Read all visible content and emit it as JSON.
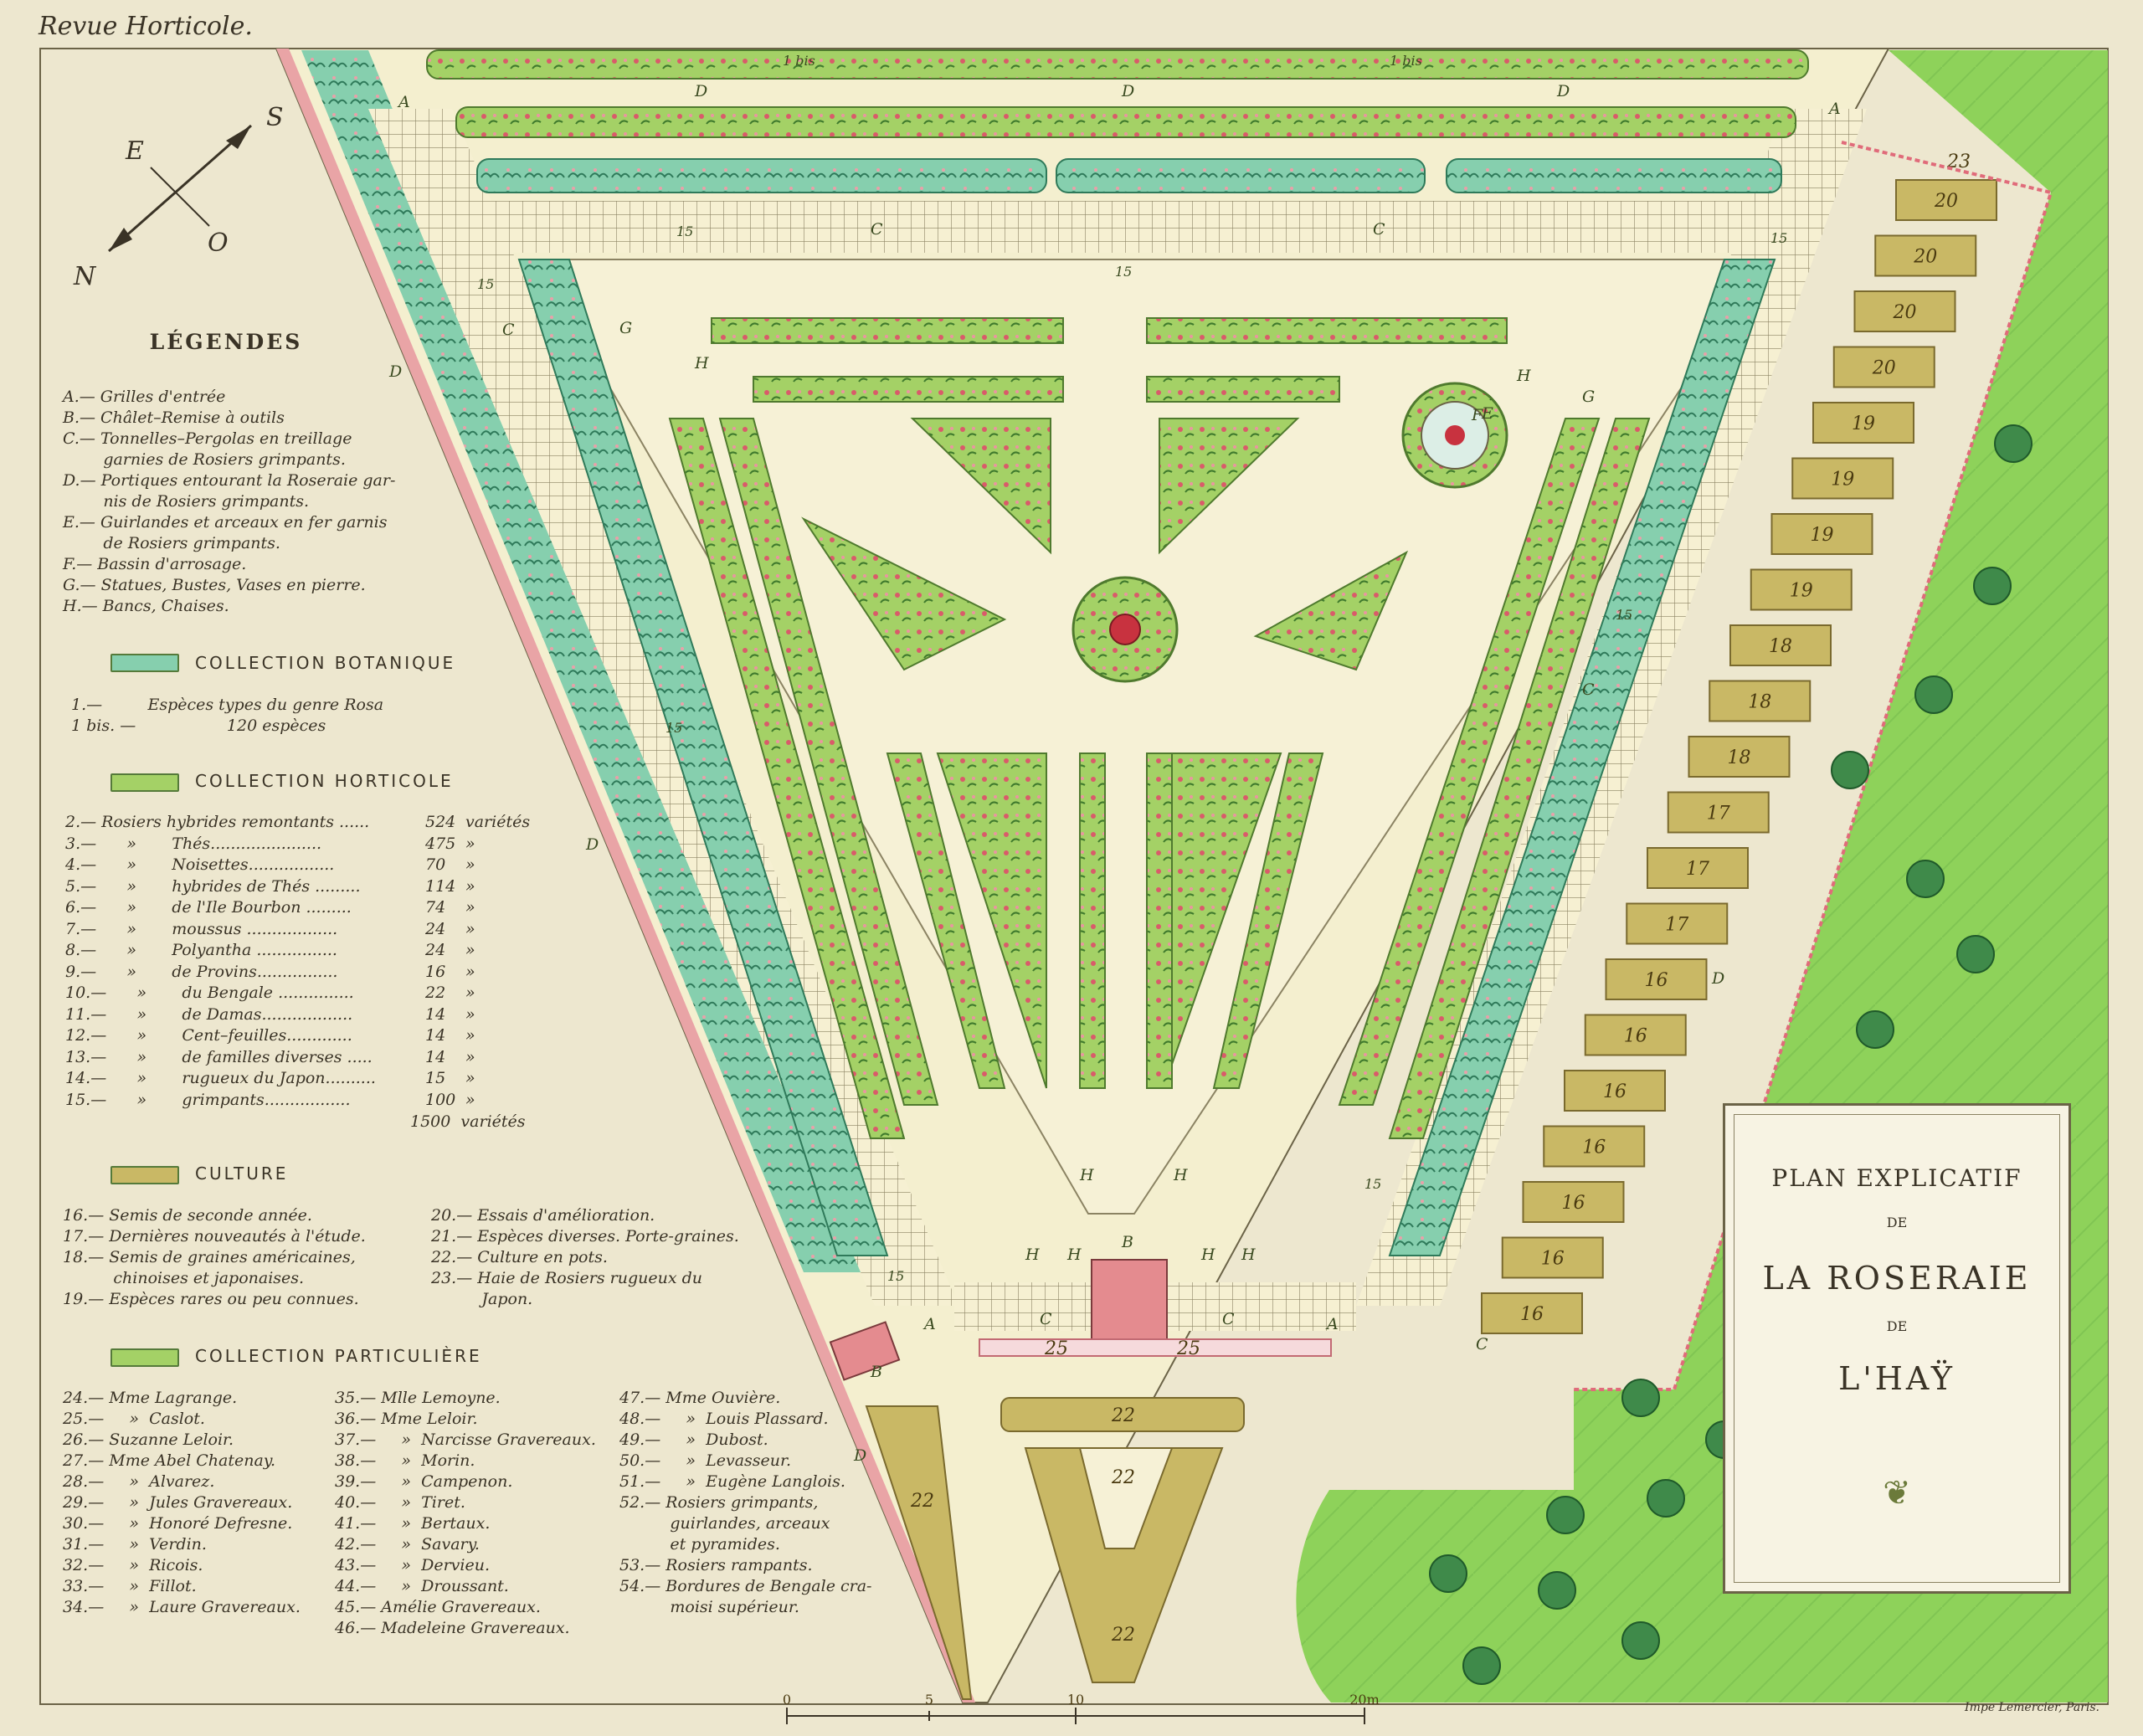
{
  "header": "Revue Horticole.",
  "compass": {
    "N": "N",
    "S": "S",
    "E": "E",
    "O": "O"
  },
  "legend": {
    "title": "LÉGENDES",
    "letters": [
      "A.— Grilles d'entrée",
      "B.— Châlet–Remise à outils",
      "C.— Tonnelles–Pergolas en treillage",
      "        garnies de Rosiers grimpants.",
      "D.— Portiques entourant la Roseraie gar-",
      "        nis de Rosiers grimpants.",
      "E.— Guirlandes et arceaux en fer garnis",
      "        de Rosiers grimpants.",
      "F.— Bassin d'arrosage.",
      "G.— Statues, Bustes, Vases en pierre.",
      "H.— Bancs, Chaises."
    ],
    "botanique": {
      "title": "COLLECTION BOTANIQUE",
      "lines": [
        "1.—         Espèces types du genre Rosa",
        "1 bis. —                  120 espèces"
      ]
    },
    "horticole": {
      "title": "COLLECTION HORTICOLE",
      "rows": [
        {
          "n": "2.—",
          "name": "Rosiers hybrides remontants ......",
          "count": "524",
          "unit": "variétés"
        },
        {
          "n": "3.—",
          "name": "     »       Thés......................",
          "count": "475",
          "unit": "»"
        },
        {
          "n": "4.—",
          "name": "     »       Noisettes.................",
          "count": "70",
          "unit": "»"
        },
        {
          "n": "5.—",
          "name": "     »       hybrides de Thés .........",
          "count": "114",
          "unit": "»"
        },
        {
          "n": "6.—",
          "name": "     »       de l'Ile Bourbon .........",
          "count": "74",
          "unit": "»"
        },
        {
          "n": "7.—",
          "name": "     »       moussus ..................",
          "count": "24",
          "unit": "»"
        },
        {
          "n": "8.—",
          "name": "     »       Polyantha ................",
          "count": "24",
          "unit": "»"
        },
        {
          "n": "9.—",
          "name": "     »       de Provins................",
          "count": "16",
          "unit": "»"
        },
        {
          "n": "10.—",
          "name": "     »       du Bengale ...............",
          "count": "22",
          "unit": "»"
        },
        {
          "n": "11.—",
          "name": "     »       de Damas..................",
          "count": "14",
          "unit": "»"
        },
        {
          "n": "12.—",
          "name": "     »       Cent–feuilles.............",
          "count": "14",
          "unit": "»"
        },
        {
          "n": "13.—",
          "name": "     »       de familles diverses .....",
          "count": "14",
          "unit": "»"
        },
        {
          "n": "14.—",
          "name": "     »       rugueux du Japon..........",
          "count": "15",
          "unit": "»"
        },
        {
          "n": "15.—",
          "name": "     »       grimpants.................",
          "count": "100",
          "unit": "»"
        }
      ],
      "total": "1500  variétés"
    },
    "culture": {
      "title": "CULTURE",
      "left": [
        "16.— Semis de seconde année.",
        "17.— Dernières nouveautés à l'étude.",
        "18.— Semis de graines américaines,",
        "          chinoises et japonaises.",
        "19.— Espèces rares ou peu connues."
      ],
      "right": [
        "20.— Essais d'amélioration.",
        "21.— Espèces diverses. Porte-graines.",
        "22.— Culture en pots.",
        "23.— Haie de Rosiers rugueux du",
        "          Japon."
      ]
    },
    "particuliere": {
      "title": "COLLECTION PARTICULIÈRE",
      "col1": [
        "24.— Mme Lagrange.",
        "25.—     »  Caslot.",
        "26.— Suzanne Leloir.",
        "27.— Mme Abel Chatenay.",
        "28.—     »  Alvarez.",
        "29.—     »  Jules Gravereaux.",
        "30.—     »  Honoré Defresne.",
        "31.—     »  Verdin.",
        "32.—     »  Ricois.",
        "33.—     »  Fillot.",
        "34.—     »  Laure Gravereaux."
      ],
      "col2": [
        "35.— Mlle Lemoyne.",
        "36.— Mme Leloir.",
        "37.—     »  Narcisse Gravereaux.",
        "38.—     »  Morin.",
        "39.—     »  Campenon.",
        "40.—     »  Tiret.",
        "41.—     »  Bertaux.",
        "42.—     »  Savary.",
        "43.—     »  Dervieu.",
        "44.—     »  Droussant.",
        "45.— Amélie Gravereaux.",
        "46.— Madeleine Gravereaux."
      ],
      "col3": [
        "47.— Mme Ouvière.",
        "48.—     »  Louis Plassard.",
        "49.—     »  Dubost.",
        "50.—     »  Levasseur.",
        "51.—     »  Eugène Langlois.",
        "52.— Rosiers grimpants,",
        "          guirlandes, arceaux",
        "          et pyramides.",
        "53.— Rosiers rampants.",
        "54.— Bordures de Bengale cra-",
        "          moisi supérieur."
      ]
    }
  },
  "cartouche": {
    "line1": "PLAN EXPLICATIF",
    "de1": "DE",
    "name": "LA ROSERAIE",
    "de2": "DE",
    "place": "L'HAŸ"
  },
  "scale": {
    "labels": [
      "0",
      "5",
      "10",
      "20m"
    ]
  },
  "imprint": "Impe Lemercier, Paris.",
  "plan_labels": {
    "A": "A",
    "B": "B",
    "C": "C",
    "D": "D",
    "E": "E",
    "F": "F",
    "G": "G",
    "H": "H",
    "bis": "1 bis",
    "culture_numbers": [
      "23",
      "20",
      "20",
      "20",
      "20",
      "19",
      "19",
      "19",
      "19",
      "18",
      "18",
      "18",
      "17",
      "17",
      "17",
      "16",
      "16",
      "16",
      "16",
      "16",
      "16",
      "16"
    ],
    "pot_numbers": [
      "22",
      "22",
      "22",
      "22",
      "25",
      "25"
    ],
    "misc": [
      "15",
      "15",
      "15",
      "15",
      "15",
      "15",
      "15",
      "15"
    ]
  },
  "colors": {
    "paper": "#ede7cf",
    "lawn": "#8fcf5a",
    "bed": "#9ccd5e",
    "botanique": "#7cc7a4",
    "culture": "#c9b865",
    "path": "#f4efcf",
    "chalet": "#e48b8f"
  }
}
